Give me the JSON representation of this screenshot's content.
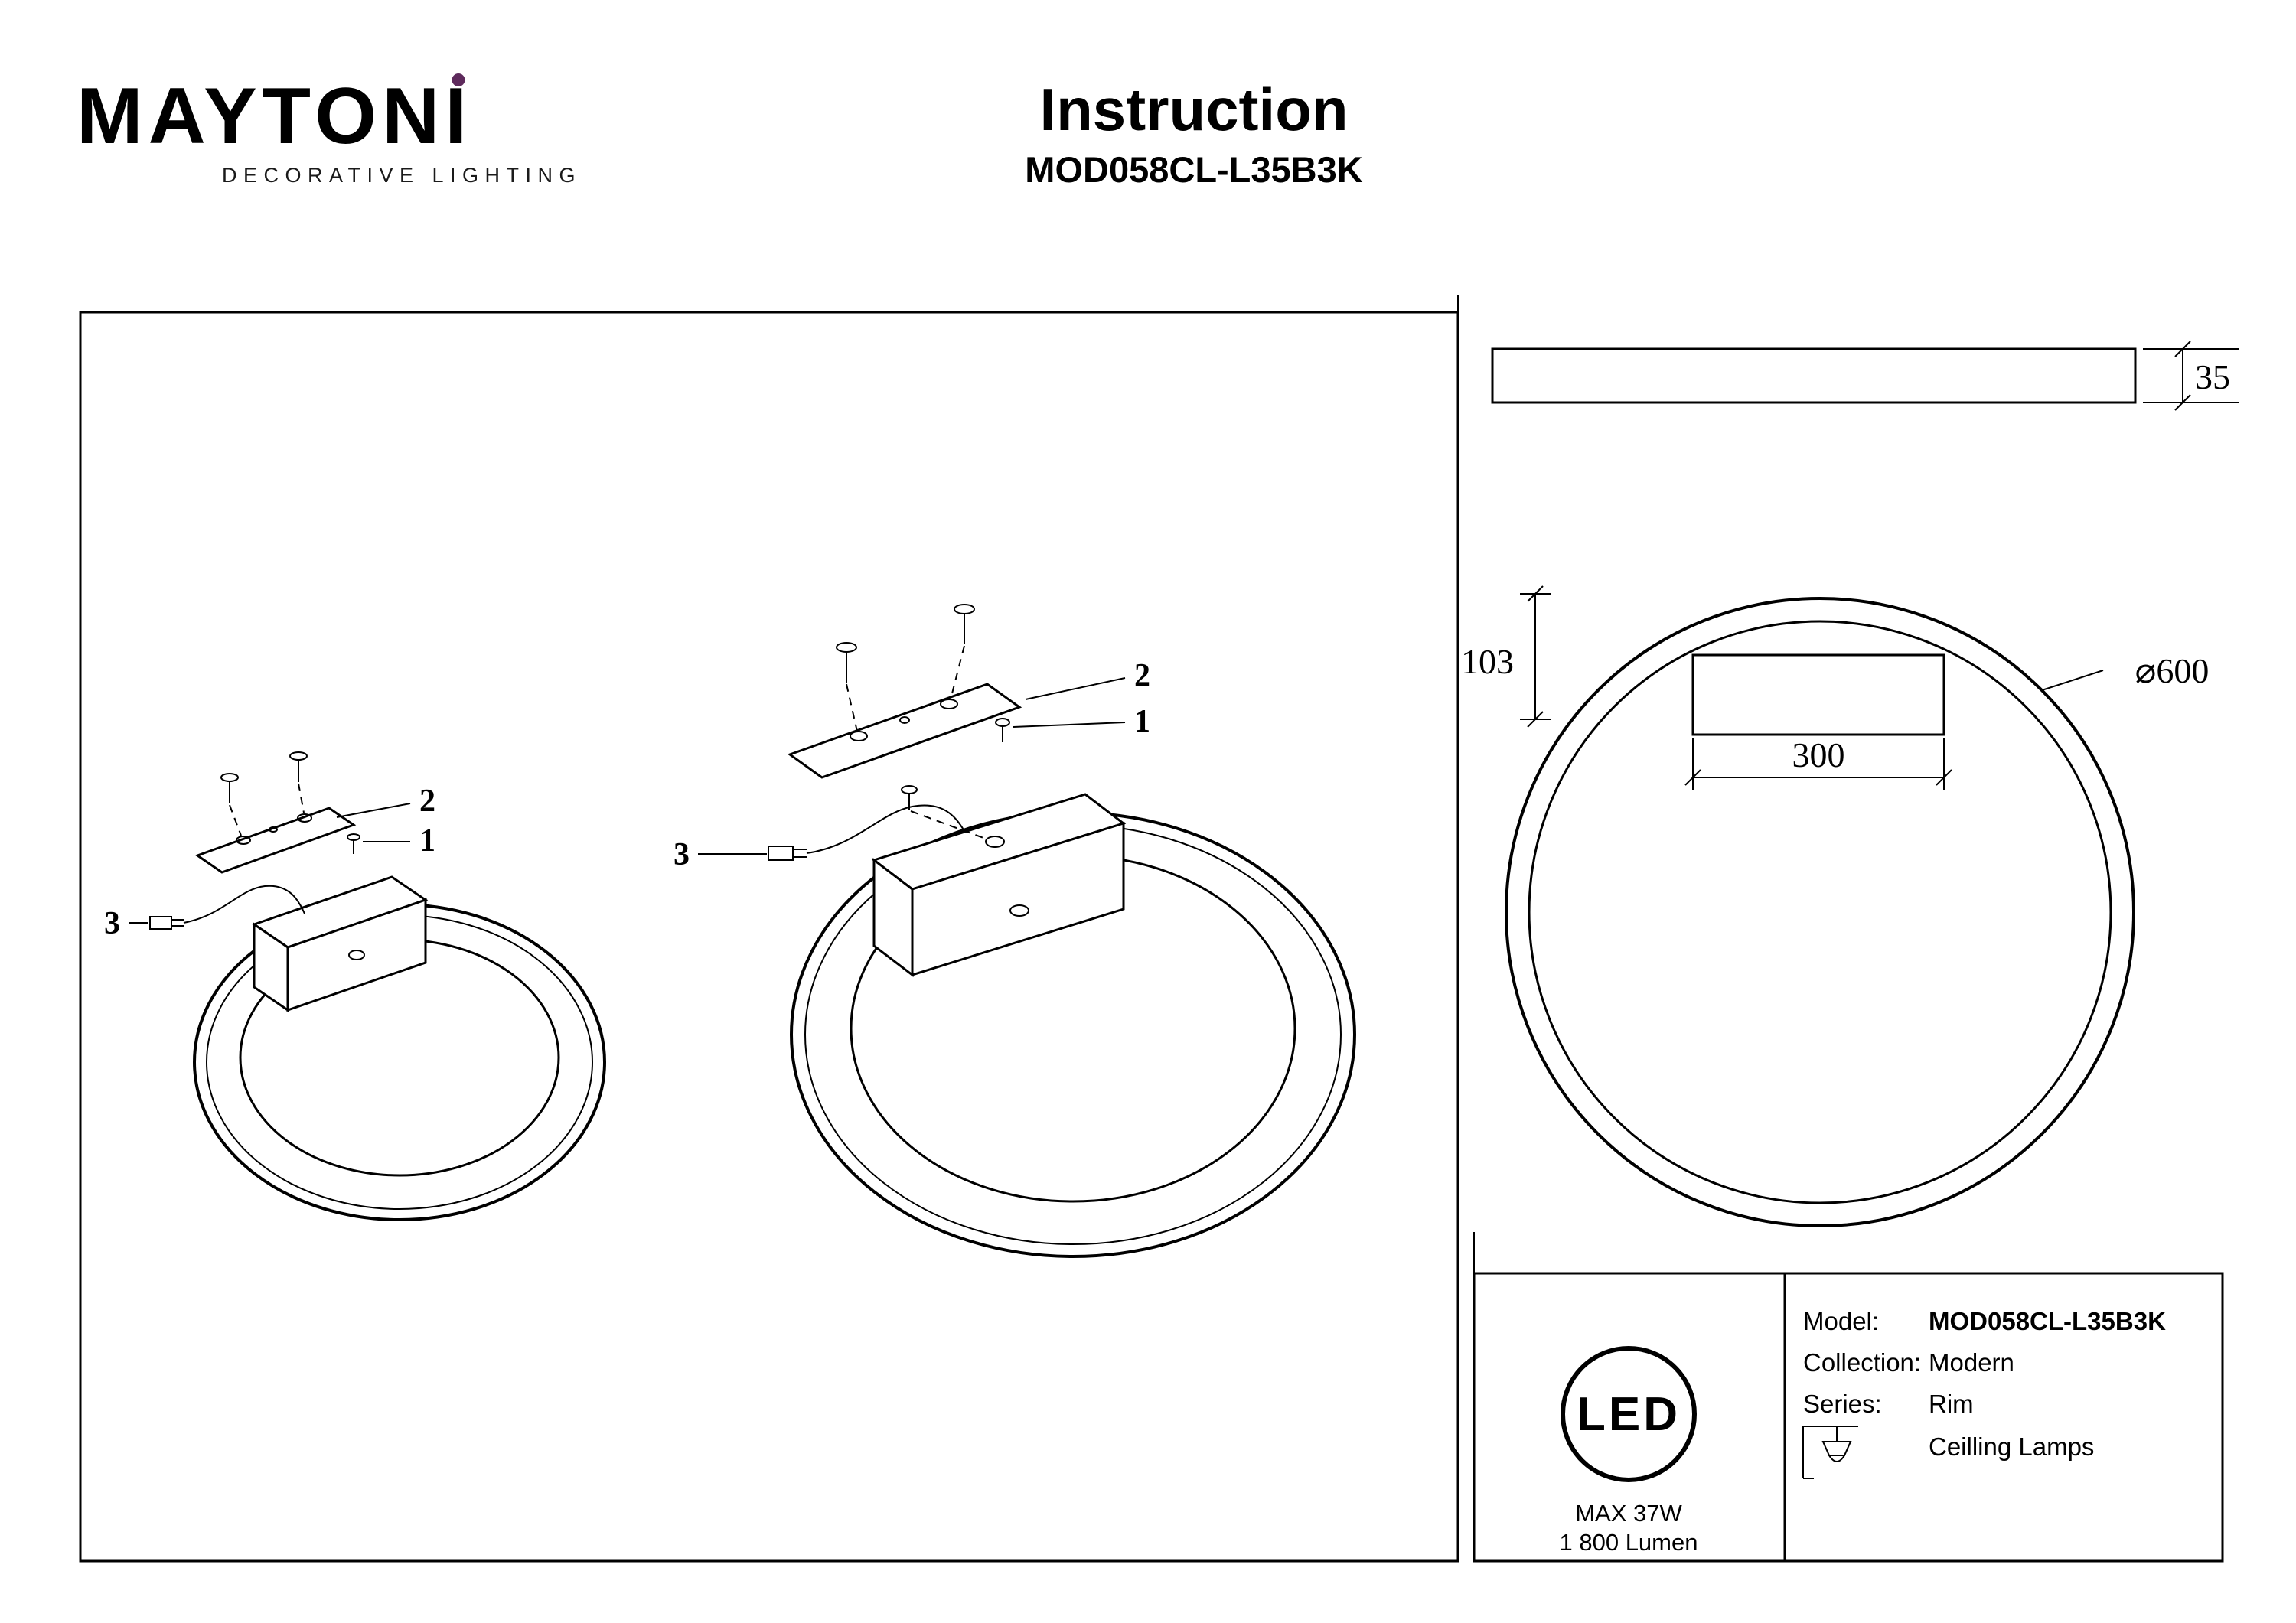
{
  "colors": {
    "accent": "#5e2a5c",
    "ink": "#000000"
  },
  "header": {
    "logo_main": "MAYTON",
    "logo_last": "I",
    "logo_subtitle": "DECORATIVE LIGHTING",
    "title": "Instruction",
    "model_code": "MOD058CL-L35B3K"
  },
  "drawing": {
    "callouts": {
      "c1": "1",
      "c2": "2",
      "c3": "3"
    },
    "dimensions": {
      "profile_thickness": "35",
      "mount_height": "103",
      "bracket_width": "300",
      "diameter": "⌀600"
    }
  },
  "spec_box": {
    "led_label": "LED",
    "max_power": "MAX 37W",
    "lumen": "1 800 Lumen",
    "model_label": "Model:",
    "model_value": "MOD058CL-L35B3K",
    "collection_label": "Collection:",
    "collection_value": "Modern",
    "series_label": "Series:",
    "series_value": "Rim",
    "type_value": "Ceilling Lamps"
  }
}
